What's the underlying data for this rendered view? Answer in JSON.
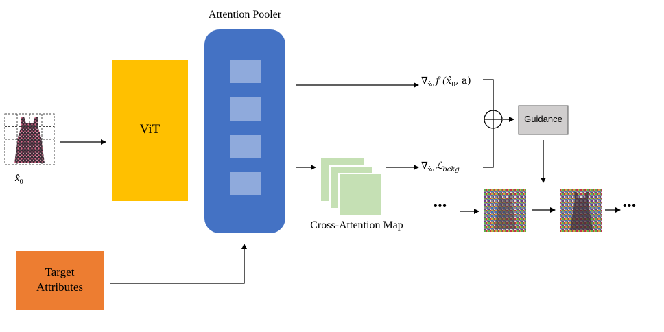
{
  "input": {
    "label": "x̂",
    "subscript": "0"
  },
  "vit": {
    "label": "ViT"
  },
  "pooler": {
    "title": "Attention Pooler",
    "tokens": 4
  },
  "attributes": {
    "line1": "Target",
    "line2": "Attributes"
  },
  "cross_attention": {
    "label": "Cross-Attention Map"
  },
  "gradients": {
    "top": {
      "nabla": "∇",
      "sub": "x̂₀",
      "expr": "f (x̂",
      "expr_sub": "0",
      "expr_tail": ", a)"
    },
    "bottom": {
      "nabla": "∇",
      "sub": "x̂₀",
      "loss": "ℒ",
      "loss_sub": "bckg"
    }
  },
  "sum_node": {
    "symbol": "+"
  },
  "guidance": {
    "label": "Guidance"
  },
  "ellipsis": {
    "left": "•••",
    "right": "•••"
  },
  "colors": {
    "vit": "#ffc000",
    "pooler": "#4472c4",
    "token": "#8faadc",
    "attributes": "#ed7d31",
    "cross_map": "#c5e0b4",
    "guidance_fill": "#d0cece"
  }
}
